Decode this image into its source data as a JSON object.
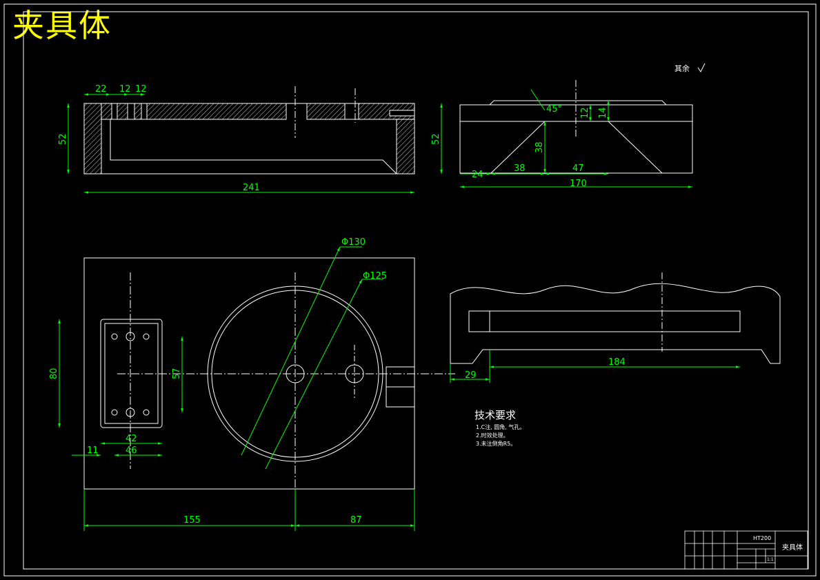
{
  "drawing": {
    "title": "夹具体",
    "roughness_note": "其余",
    "tech_requirements": {
      "heading": "技术要求",
      "items": [
        "1.C注, 圆角, 气孔。",
        "2.时效处理。",
        "3.未注倒角R5。"
      ]
    }
  },
  "dimensions": {
    "top_view": {
      "d22": "22",
      "d12a": "12",
      "d12b": "12",
      "d241": "241",
      "d52_left": "52",
      "d52_right": "52"
    },
    "side_view": {
      "d45": "45°",
      "d12": "12",
      "d14": "14",
      "d38v": "38",
      "d24": "24",
      "d38h": "38",
      "d47": "47",
      "d170": "170"
    },
    "plan_view": {
      "phi130": "Φ130",
      "phi125": "Φ125",
      "d80": "80",
      "d57": "57",
      "d42": "42",
      "d46": "46",
      "d11": "11",
      "d155": "155",
      "d87": "87"
    },
    "section_view": {
      "d29": "29",
      "d184": "184"
    }
  },
  "title_block": {
    "material": "HT200",
    "part_name": "夹具体",
    "scale": "1:1"
  },
  "colors": {
    "outline": "#ffffff",
    "dimension": "#00ff00",
    "title": "#ffff00",
    "background": "#000000"
  }
}
